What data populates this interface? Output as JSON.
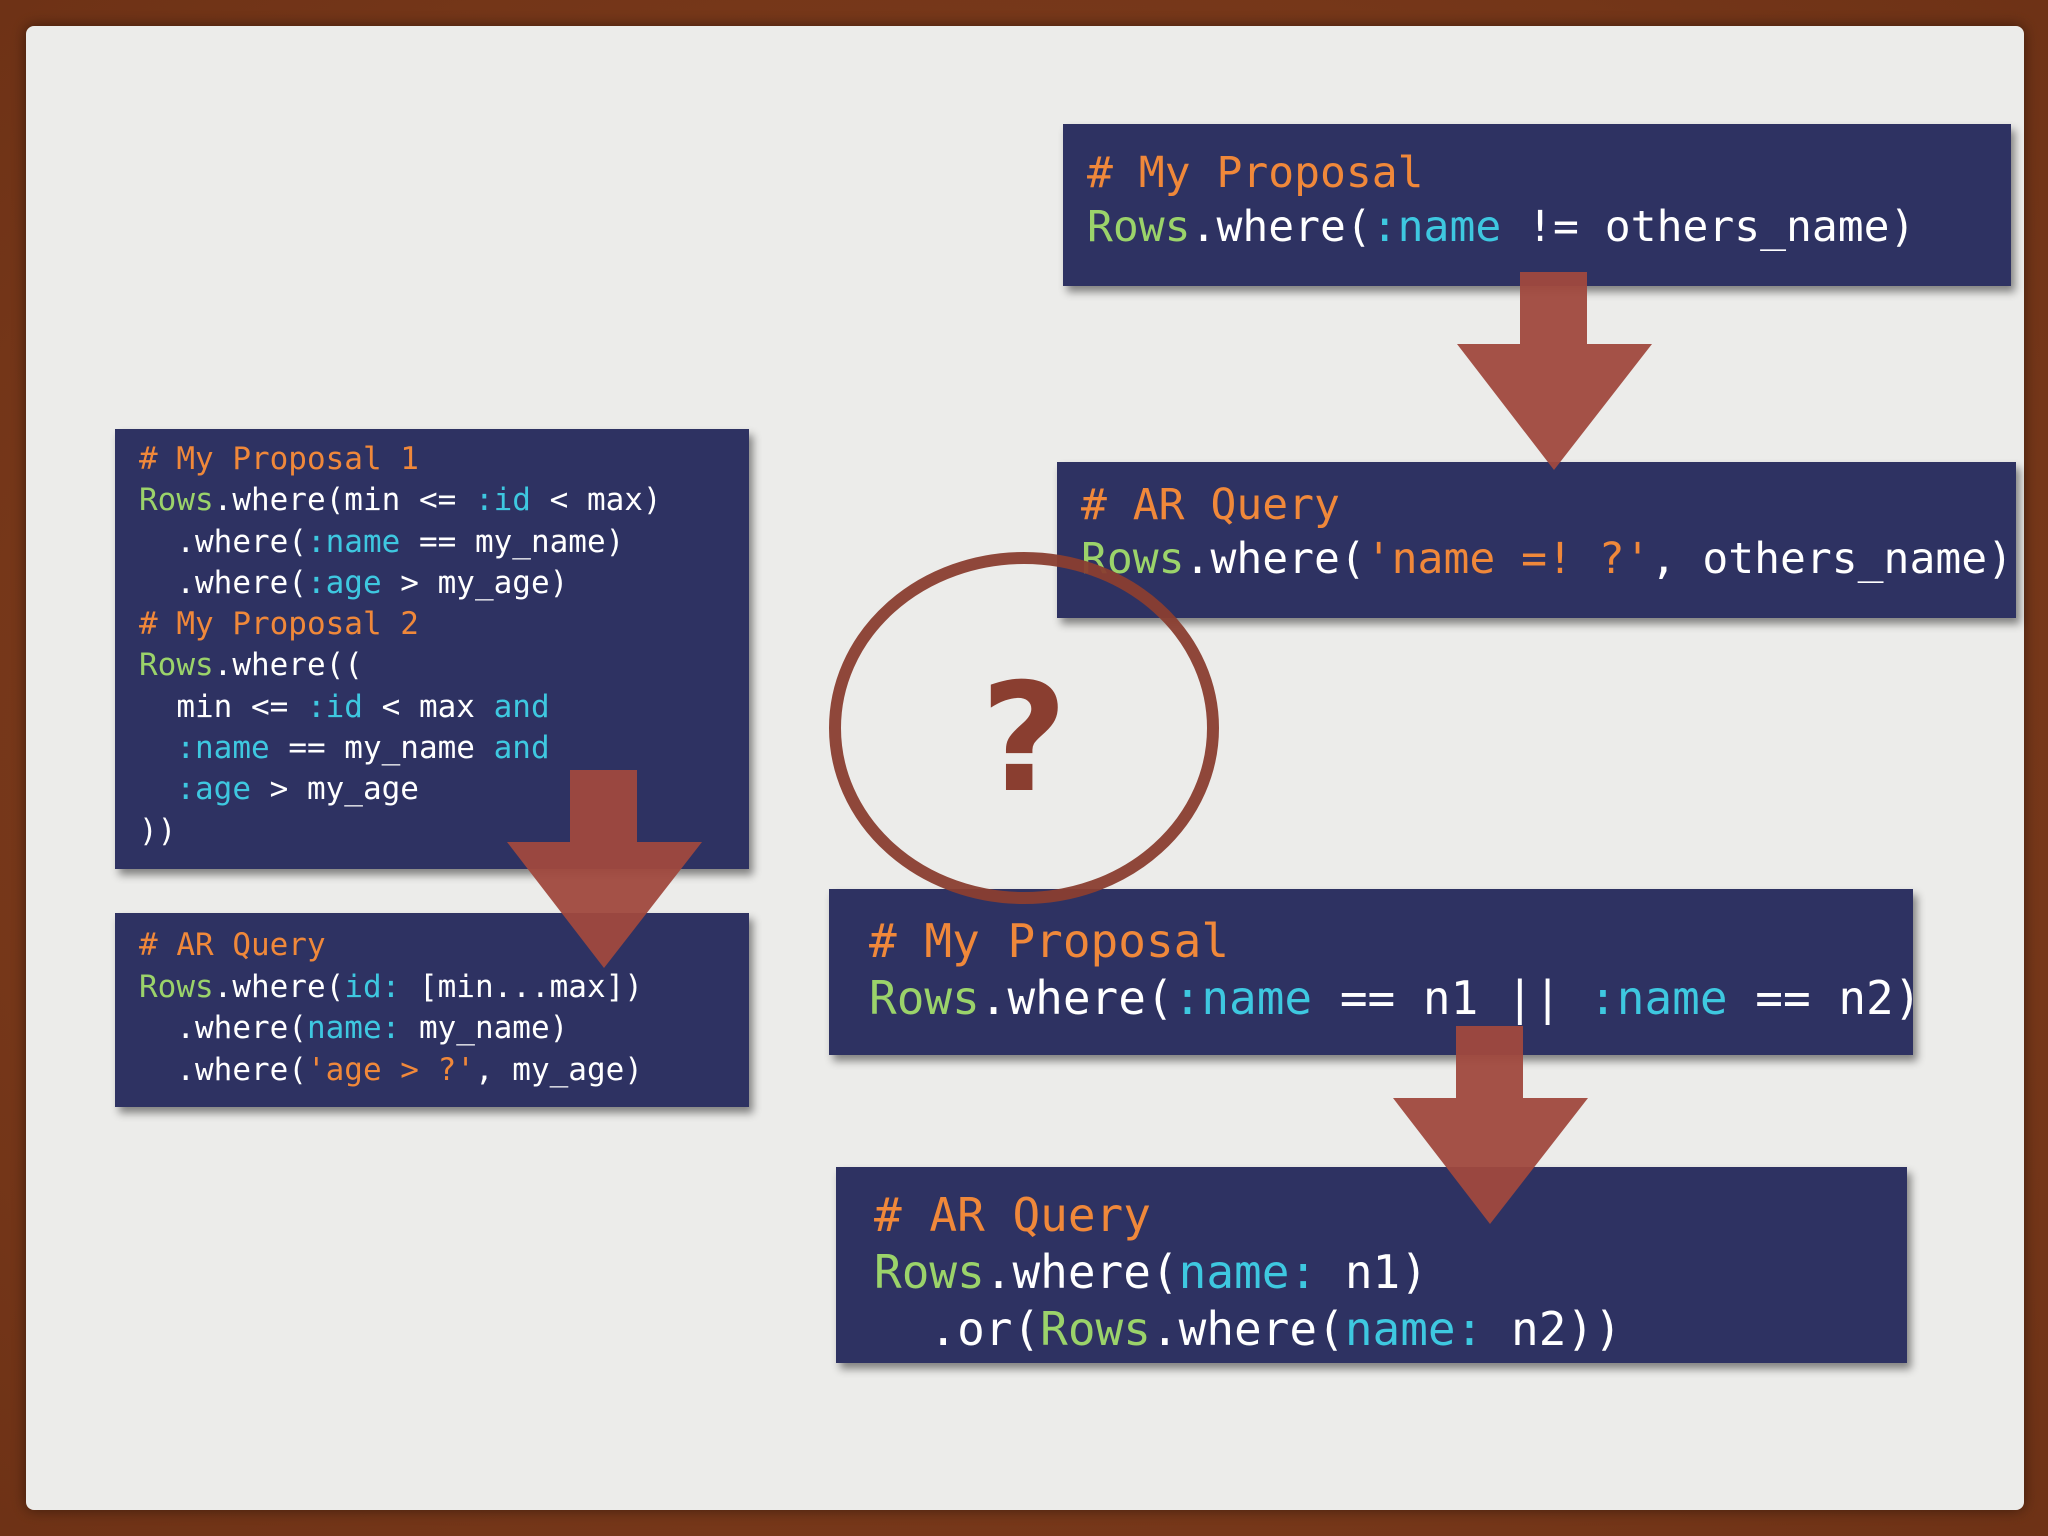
{
  "left_proposal": {
    "lines": [
      [
        {
          "t": "# My Proposal 1",
          "c": "c"
        }
      ],
      [
        {
          "t": "Rows",
          "c": "g"
        },
        {
          "t": ".where(min <= ",
          "c": "w"
        },
        {
          "t": ":id",
          "c": "b"
        },
        {
          "t": " < max)",
          "c": "w"
        }
      ],
      [
        {
          "t": "  .where(",
          "c": "w"
        },
        {
          "t": ":name",
          "c": "b"
        },
        {
          "t": " == my_name)",
          "c": "w"
        }
      ],
      [
        {
          "t": "  .where(",
          "c": "w"
        },
        {
          "t": ":age",
          "c": "b"
        },
        {
          "t": " > my_age)",
          "c": "w"
        }
      ],
      [
        {
          "t": "# My Proposal 2",
          "c": "c"
        }
      ],
      [
        {
          "t": "Rows",
          "c": "g"
        },
        {
          "t": ".where((",
          "c": "w"
        }
      ],
      [
        {
          "t": "  min <= ",
          "c": "w"
        },
        {
          "t": ":id",
          "c": "b"
        },
        {
          "t": " < max ",
          "c": "w"
        },
        {
          "t": "and",
          "c": "b"
        }
      ],
      [
        {
          "t": "  ",
          "c": "w"
        },
        {
          "t": ":name",
          "c": "b"
        },
        {
          "t": " == my_name ",
          "c": "w"
        },
        {
          "t": "and",
          "c": "b"
        }
      ],
      [
        {
          "t": "  ",
          "c": "w"
        },
        {
          "t": ":age",
          "c": "b"
        },
        {
          "t": " > my_age",
          "c": "w"
        }
      ],
      [
        {
          "t": "))",
          "c": "w"
        }
      ]
    ]
  },
  "left_query": {
    "lines": [
      [
        {
          "t": "# AR Query",
          "c": "c"
        }
      ],
      [
        {
          "t": "Rows",
          "c": "g"
        },
        {
          "t": ".where(",
          "c": "w"
        },
        {
          "t": "id:",
          "c": "b"
        },
        {
          "t": " [min...max])",
          "c": "w"
        }
      ],
      [
        {
          "t": "  .where(",
          "c": "w"
        },
        {
          "t": "name:",
          "c": "b"
        },
        {
          "t": " my_name)",
          "c": "w"
        }
      ],
      [
        {
          "t": "  .where(",
          "c": "w"
        },
        {
          "t": "'age > ?'",
          "c": "s"
        },
        {
          "t": ", my_age)",
          "c": "w"
        }
      ]
    ]
  },
  "top_proposal": {
    "lines": [
      [
        {
          "t": "# My Proposal",
          "c": "c"
        }
      ],
      [
        {
          "t": "Rows",
          "c": "g"
        },
        {
          "t": ".where(",
          "c": "w"
        },
        {
          "t": ":name",
          "c": "b"
        },
        {
          "t": " != others_name)",
          "c": "w"
        }
      ]
    ]
  },
  "top_query": {
    "lines": [
      [
        {
          "t": "# AR Query",
          "c": "c"
        }
      ],
      [
        {
          "t": "Rows",
          "c": "g"
        },
        {
          "t": ".where(",
          "c": "w"
        },
        {
          "t": "'name =! ?'",
          "c": "s"
        },
        {
          "t": ", others_name)",
          "c": "w"
        }
      ]
    ]
  },
  "mid_proposal": {
    "lines": [
      [
        {
          "t": "# My Proposal",
          "c": "c"
        }
      ],
      [
        {
          "t": "Rows",
          "c": "g"
        },
        {
          "t": ".where(",
          "c": "w"
        },
        {
          "t": ":name",
          "c": "b"
        },
        {
          "t": " == n1 || ",
          "c": "w"
        },
        {
          "t": ":name",
          "c": "b"
        },
        {
          "t": " == n2)",
          "c": "w"
        }
      ]
    ]
  },
  "bottom_query": {
    "lines": [
      [
        {
          "t": "# AR Query",
          "c": "c"
        }
      ],
      [
        {
          "t": "Rows",
          "c": "g"
        },
        {
          "t": ".where(",
          "c": "w"
        },
        {
          "t": "name:",
          "c": "b"
        },
        {
          "t": " n1)",
          "c": "w"
        }
      ],
      [
        {
          "t": "  .or(",
          "c": "w"
        },
        {
          "t": "Rows",
          "c": "g"
        },
        {
          "t": ".where(",
          "c": "w"
        },
        {
          "t": "name:",
          "c": "b"
        },
        {
          "t": " n2))",
          "c": "w"
        }
      ]
    ]
  },
  "question": {
    "symbol": "?"
  },
  "colors": {
    "code_bg": "#2e3262",
    "comment": "#f0883a",
    "class": "#9bd36a",
    "symbol": "#3ec8e0",
    "text": "#ffffff",
    "arrow": "#a0493e",
    "slide_bg": "#ececea",
    "frame": "#7a3a1c"
  }
}
